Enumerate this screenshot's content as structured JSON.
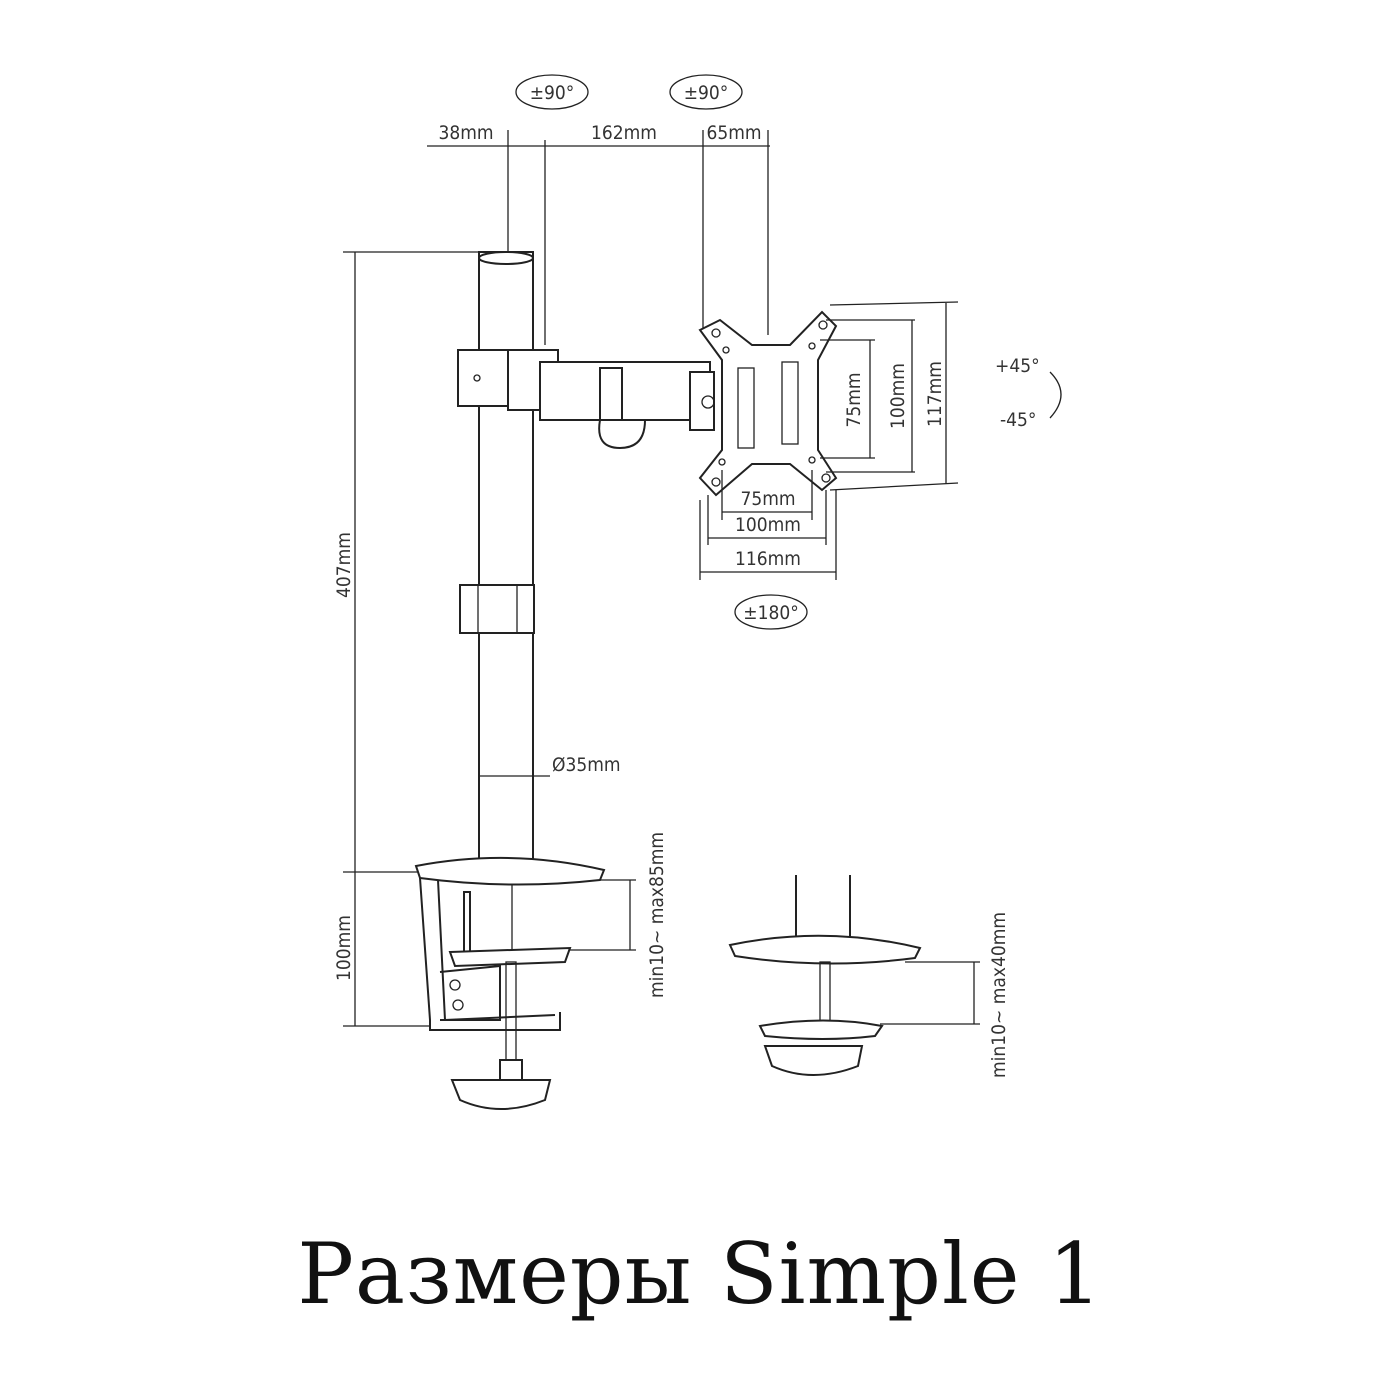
{
  "title": "Размеры Simple 1",
  "labels": {
    "rot_pole": "±90°",
    "rot_arm": "±90°",
    "d38": "38mm",
    "d162": "162mm",
    "d65": "65mm",
    "h407": "407mm",
    "tilt_up": "+45°",
    "tilt_down": "-45°",
    "v75": "75mm",
    "v100": "100mm",
    "v117": "117mm",
    "h75": "75mm",
    "h100": "100mm",
    "h116": "116mm",
    "rot_plate": "±180°",
    "pole_dia": "Ø35mm",
    "clamp_range": "min10~ max85mm",
    "clamp_h100": "100mm",
    "grommet_range": "min10~ max40mm"
  }
}
